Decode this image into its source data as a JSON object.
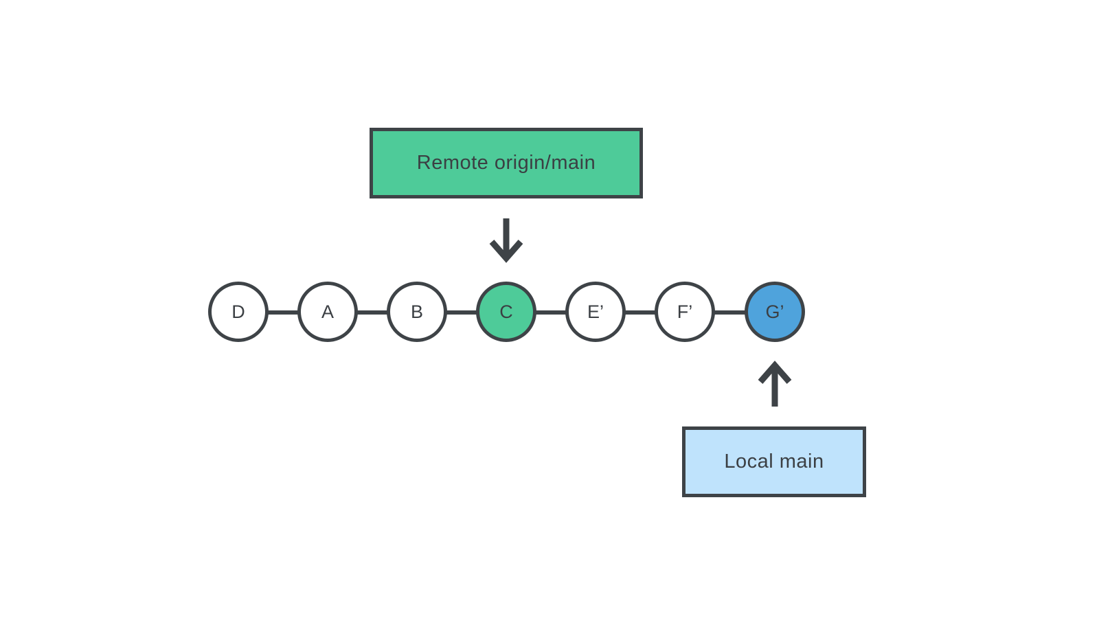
{
  "diagram": {
    "remote_label": "Remote origin/main",
    "local_label": "Local main",
    "nodes": [
      {
        "label": "D"
      },
      {
        "label": "A"
      },
      {
        "label": "B"
      },
      {
        "label": "C"
      },
      {
        "label": "E’"
      },
      {
        "label": "F’"
      },
      {
        "label": "G’"
      }
    ],
    "colors": {
      "stroke": "#3e4347",
      "remote_fill": "#4ecb99",
      "local_fill": "#bfe3fc",
      "local_node_fill": "#4fa3dc",
      "node_fill": "#ffffff"
    }
  }
}
